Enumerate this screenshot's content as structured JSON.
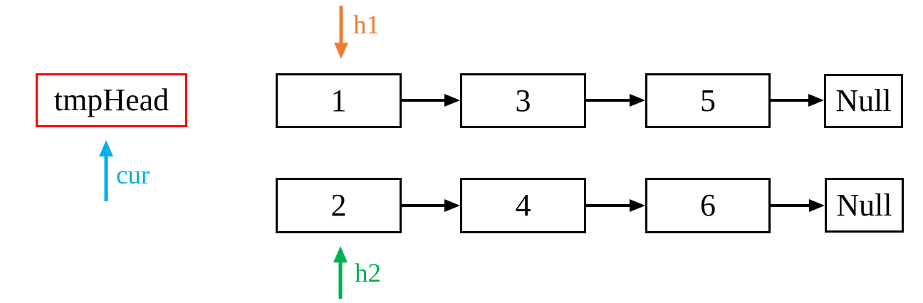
{
  "diagram": {
    "title_semantic": "two sorted linked lists with head pointers",
    "background_color": "#FFFFFF",
    "tmp_head": {
      "label": "tmpHead",
      "border_color": "#FF0000"
    },
    "pointers": {
      "h1": {
        "label": "h1",
        "color": "#ED7D31",
        "direction": "down"
      },
      "cur": {
        "label": "cur",
        "color": "#00B0F0",
        "direction": "up"
      },
      "h2": {
        "label": "h2",
        "color": "#00B050",
        "direction": "up"
      }
    },
    "list1": {
      "nodes": [
        "1",
        "3",
        "5"
      ],
      "terminator": "Null"
    },
    "list2": {
      "nodes": [
        "2",
        "4",
        "6"
      ],
      "terminator": "Null"
    },
    "node_border_color": "#000000",
    "link_arrow_color": "#000000"
  }
}
